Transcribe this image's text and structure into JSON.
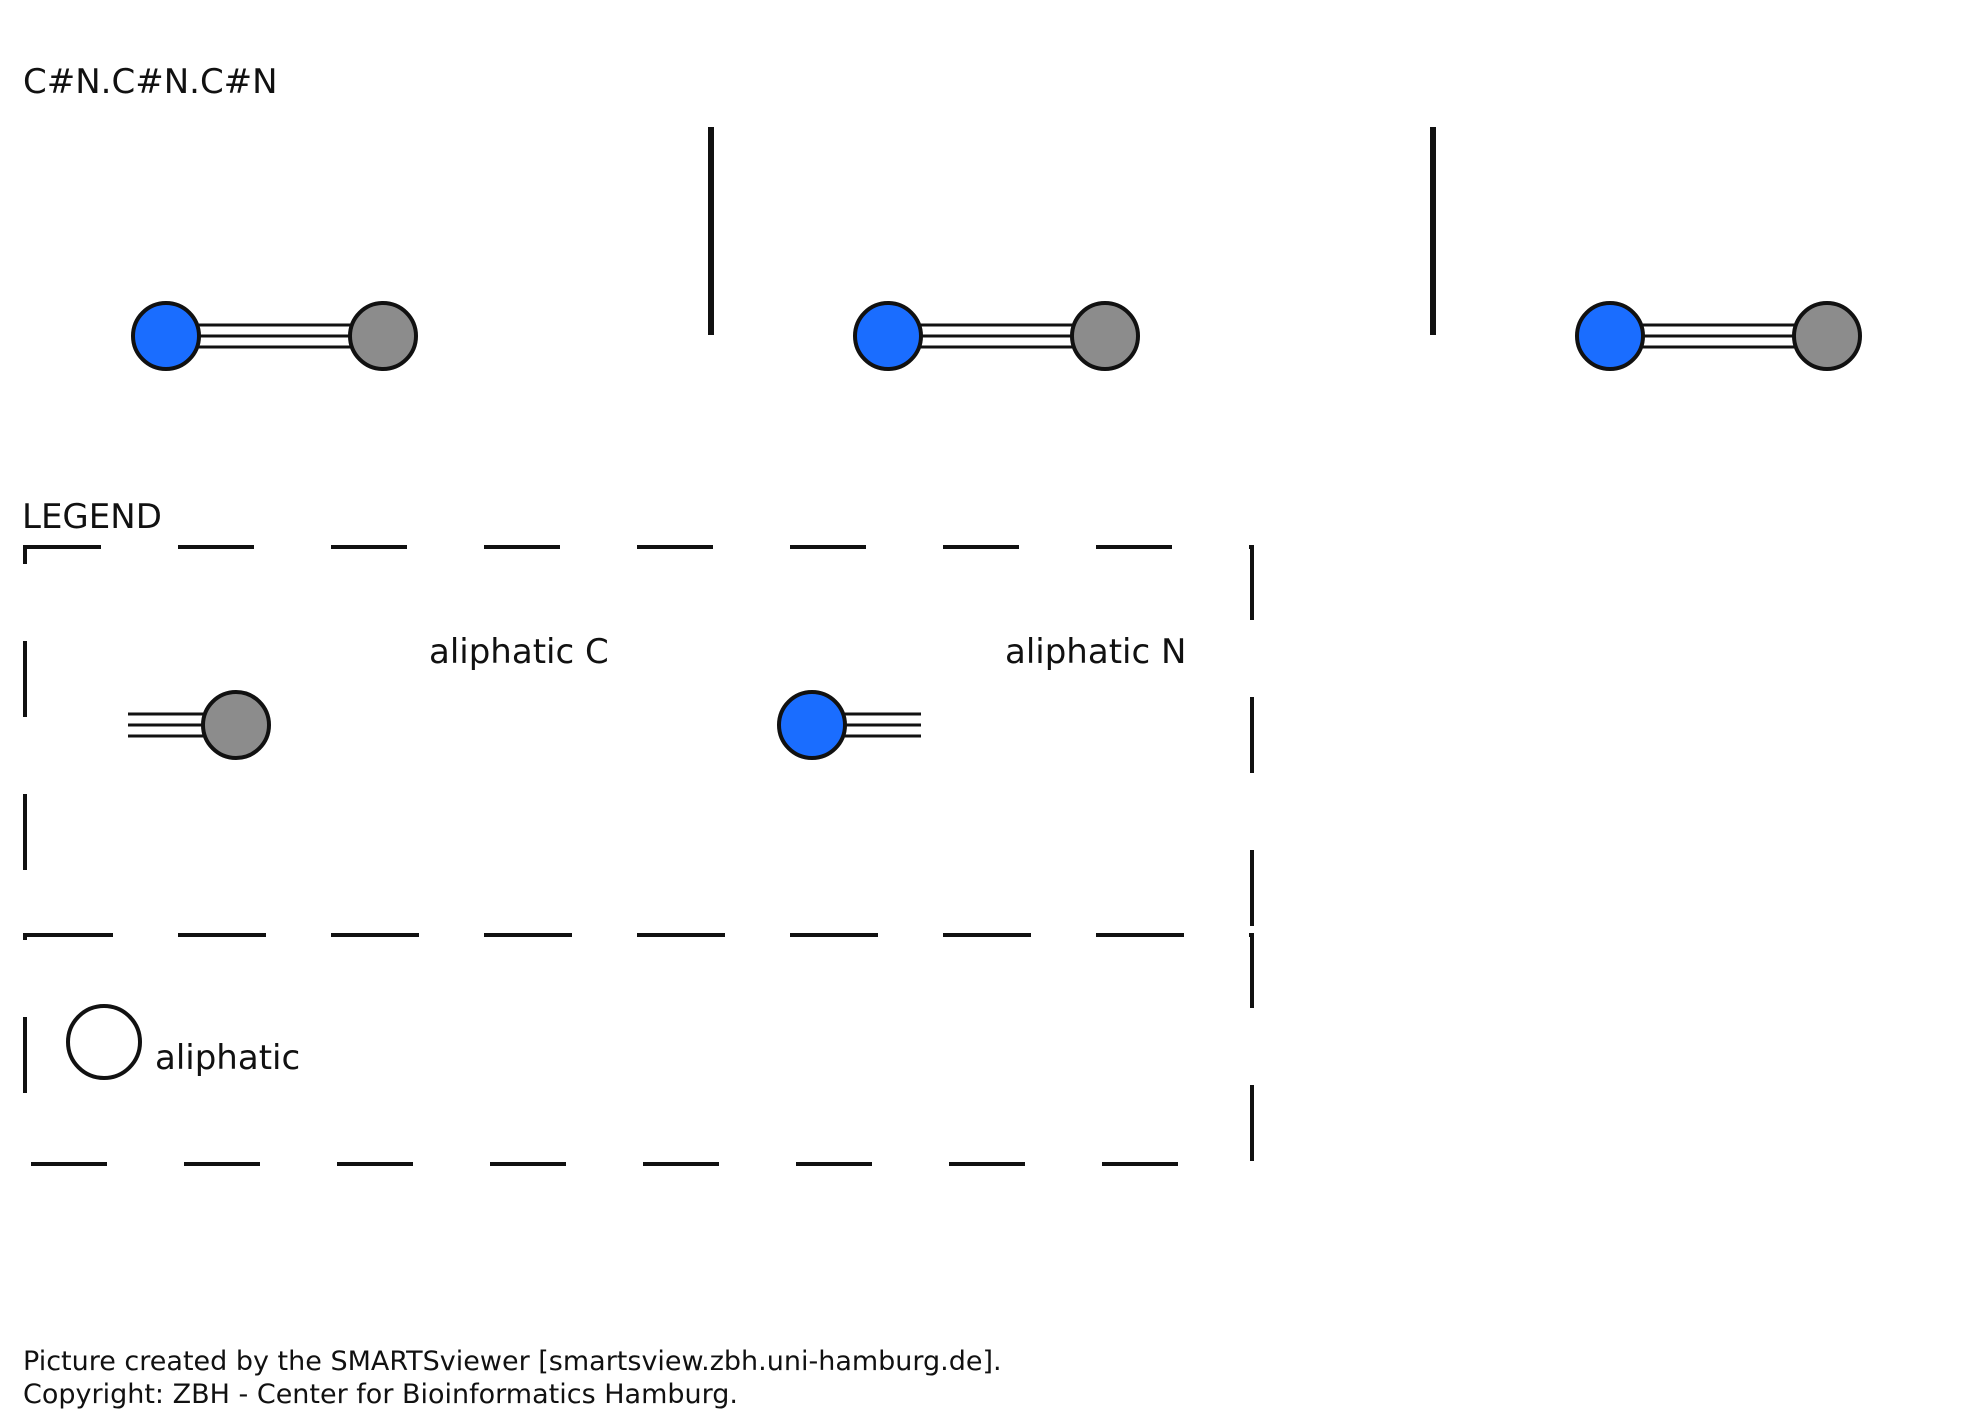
{
  "smarts": "C#N.C#N.C#N",
  "legend": {
    "title": "LEGEND",
    "entries": [
      {
        "label": "aliphatic C",
        "atom": "C",
        "color": "#8c8c8c"
      },
      {
        "label": "aliphatic N",
        "atom": "N",
        "color": "#1a6dff"
      }
    ],
    "style_entry": {
      "label": "aliphatic"
    }
  },
  "molecules": [
    {
      "atoms": [
        {
          "element": "N",
          "color": "#1a6dff"
        },
        {
          "element": "C",
          "color": "#8c8c8c"
        }
      ],
      "bond": "triple"
    },
    {
      "atoms": [
        {
          "element": "N",
          "color": "#1a6dff"
        },
        {
          "element": "C",
          "color": "#8c8c8c"
        }
      ],
      "bond": "triple"
    },
    {
      "atoms": [
        {
          "element": "N",
          "color": "#1a6dff"
        },
        {
          "element": "C",
          "color": "#8c8c8c"
        }
      ],
      "bond": "triple"
    }
  ],
  "footer": {
    "line1": "Picture created by the SMARTSviewer [smartsview.zbh.uni-hamburg.de].",
    "line2": "Copyright: ZBH - Center for Bioinformatics Hamburg."
  },
  "colors": {
    "nitrogen": "#1a6dff",
    "carbon": "#8c8c8c",
    "stroke": "#111111"
  }
}
